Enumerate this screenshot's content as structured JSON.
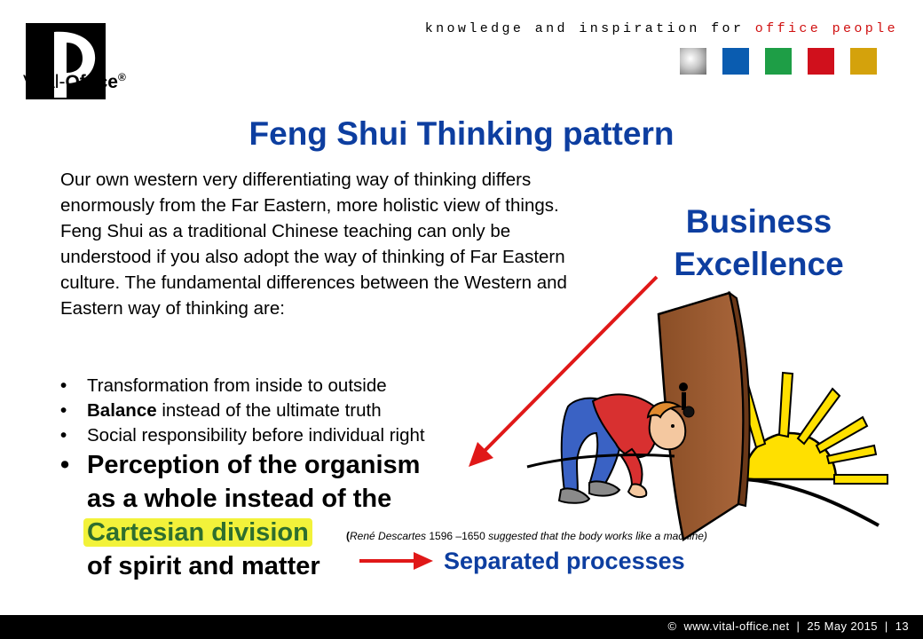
{
  "header": {
    "logo": {
      "word_part1": "Vital-",
      "word_part2": "Office",
      "registered": "®"
    },
    "tagline": {
      "main": "knowledge and inspiration for ",
      "accent": "office people"
    },
    "swatches": [
      "#c8c8c8",
      "#0a5cb0",
      "#1e9e46",
      "#d0101c",
      "#d4a20c"
    ]
  },
  "slide": {
    "title": "Feng Shui Thinking pattern",
    "intro": "Our own western very differentiating way of thinking differs enormously from the Far Eastern, more  holistic view of things. Feng Shui as a traditional Chinese teaching can only be understood if you also adopt the way of thinking of Far Eastern culture. The fundamental differences between the Western and Eastern way of thinking are:",
    "bullets": [
      {
        "bold": "",
        "text": "Transformation from inside to outside"
      },
      {
        "bold": "Balance",
        "text": " instead of the ultimate truth"
      },
      {
        "bold": "",
        "text": "Social responsibility before individual right"
      }
    ],
    "bullet_symbol": "•",
    "big_bullet": {
      "line1": "Perception of the organism",
      "line2": "as a whole instead of the",
      "highlight": "Cartesian division",
      "line4": "of spirit and matter"
    },
    "note": {
      "paren_open": "(",
      "name": "René Descartes",
      "years": " 1596 –1650 ",
      "text": "suggested that the body works like a machine)"
    },
    "separated": "Separated processes",
    "business_line1": "Business",
    "business_line2": "Excellence"
  },
  "colors": {
    "accent_blue": "#0d3ea0",
    "arrow_red": "#e01818",
    "highlight_yellow": "#f2f23a"
  },
  "footer": {
    "copyright_symbol": "©",
    "site": "www.vital-office.net",
    "date": "25 May 2015",
    "page": "13"
  }
}
